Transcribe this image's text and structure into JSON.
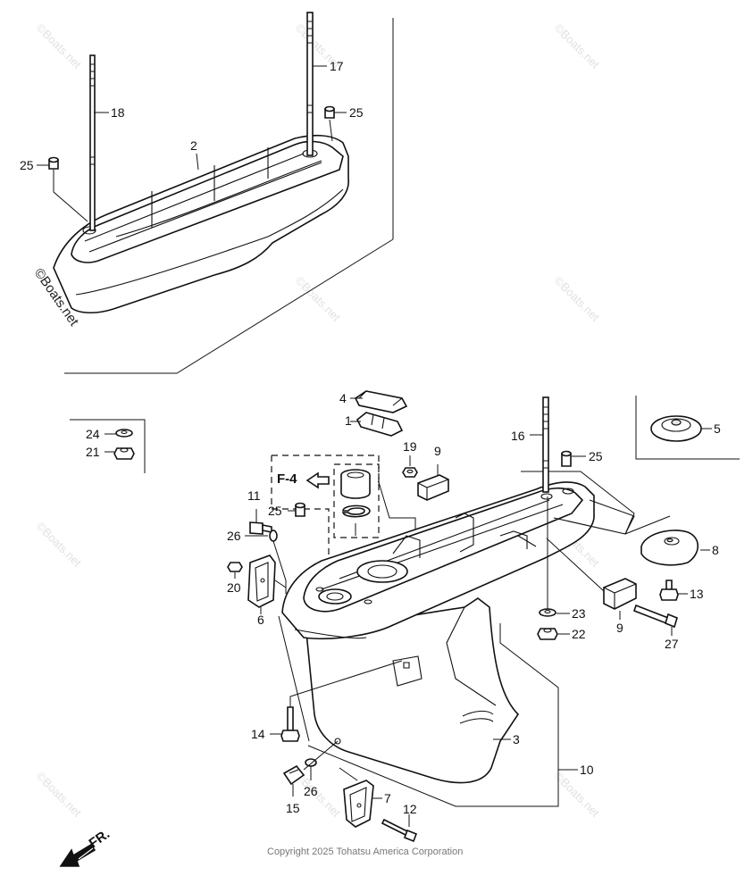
{
  "copyright": "Copyright 2025 Tohatsu America Corporation",
  "watermark": "©Boats.net",
  "reference_box": "F-4",
  "direction_label": "FR.",
  "callouts": {
    "p1": "1",
    "p2": "2",
    "p3": "3",
    "p4": "4",
    "p5": "5",
    "p6": "6",
    "p7": "7",
    "p8": "8",
    "p9a": "9",
    "p9b": "9",
    "p10": "10",
    "p11": "11",
    "p12": "12",
    "p13": "13",
    "p14": "14",
    "p15": "15",
    "p16": "16",
    "p17": "17",
    "p18": "18",
    "p19": "19",
    "p20": "20",
    "p21": "21",
    "p22": "22",
    "p23": "23",
    "p24": "24",
    "p25a": "25",
    "p25b": "25",
    "p25c": "25",
    "p25d": "25",
    "p26a": "26",
    "p26b": "26",
    "p27": "27"
  }
}
